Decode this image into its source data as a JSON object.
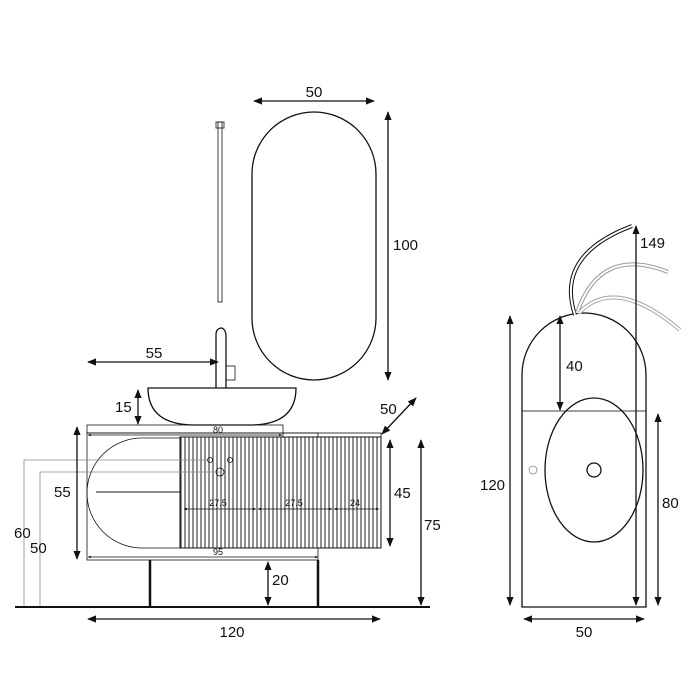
{
  "front_view": {
    "mirror_width": "50",
    "mirror_height": "100",
    "basin_offset": "55",
    "basin_height": "15",
    "depth": "50",
    "top_width": "80",
    "drawer_1": "27.5",
    "drawer_2": "27.5",
    "drawer_3": "24",
    "body_width": "95",
    "cabinet_height": "55",
    "drawer_height": "45",
    "total_height": "75",
    "leg_height": "20",
    "pipe_height_1": "60",
    "pipe_height_2": "50",
    "total_width": "120"
  },
  "side_view": {
    "total_height": "149",
    "basin_depth": "40",
    "mirror_height": "120",
    "cabinet_height": "80",
    "width": "50"
  }
}
